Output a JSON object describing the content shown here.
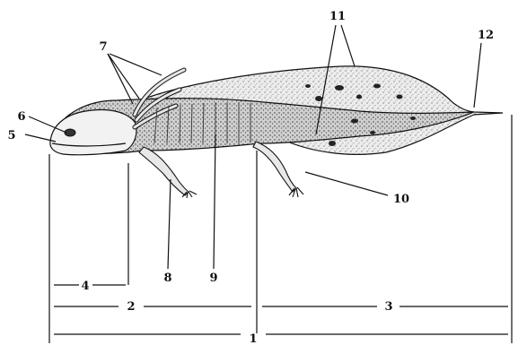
{
  "labels": {
    "l1": "1",
    "l2": "2",
    "l3": "3",
    "l4": "4",
    "l5": "5",
    "l6": "6",
    "l7": "7",
    "l8": "8",
    "l9": "9",
    "l10": "10",
    "l11": "11",
    "l12": "12"
  },
  "colors": {
    "ink": "#111111",
    "body_fill": "#d9d9d9",
    "fin_fill": "#e6e6e6",
    "spot": "#222222"
  }
}
